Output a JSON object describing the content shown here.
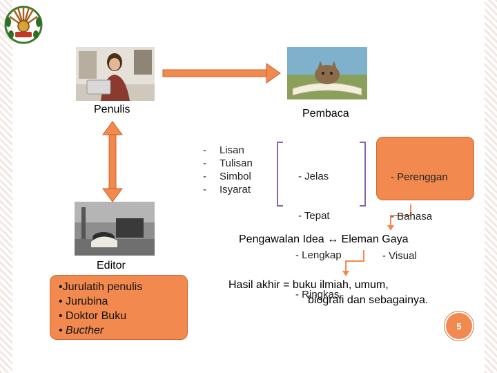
{
  "roles": {
    "penulis": "Penulis",
    "pembaca": "Pembaca",
    "editor": "Editor"
  },
  "list1": {
    "dashes": [
      "-",
      "-",
      "-",
      "-"
    ],
    "items": [
      "Lisan",
      "Tulisan",
      "Simbol",
      "Isyarat"
    ]
  },
  "list2": [
    "- Jelas",
    "- Tepat",
    "- Lengkap",
    "- Ringkas"
  ],
  "box_right": [
    "- Perenggan",
    "- Bahasa",
    "- Visual"
  ],
  "statement1": "Pengawalan Idea ↔  Eleman Gaya",
  "statement2": {
    "line1": "Hasil akhir = buku ilmiah, umum,",
    "line2": "biografi dan sebagainya."
  },
  "editor_box": [
    "•Jurulatih penulis",
    "• Jurubina",
    "• Doktor Buku",
    "• Bucther"
  ],
  "page_number": "5",
  "colors": {
    "accent": "#f2894f",
    "arrow": "#f2894f",
    "bracket": "#8a63a8",
    "stripe": "#f3e6e3"
  },
  "icons": [
    "logo-emblem",
    "penulis-photo",
    "pembaca-photo",
    "editor-photo"
  ]
}
